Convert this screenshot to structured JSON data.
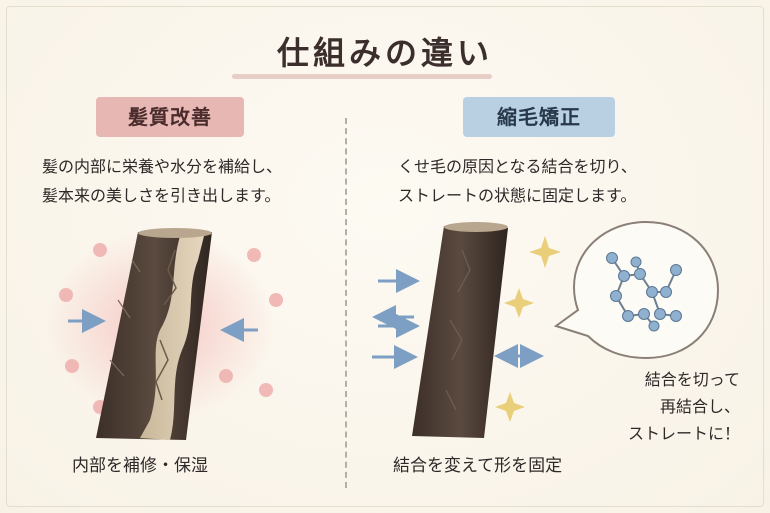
{
  "title": "仕組みの違い",
  "left": {
    "badge": "髪質改善",
    "desc_line1": "髪の内部に栄養や水分を補給し、",
    "desc_line2": "髪本来の美しさを引き出します。",
    "caption": "内部を補修・保湿",
    "badge_color": "#e6b7b3"
  },
  "right": {
    "badge": "縮毛矯正",
    "desc_line1": "くせ毛の原因となる結合を切り、",
    "desc_line2": "ストレートの状態に固定します。",
    "caption": "結合を変えて形を固定",
    "bubble_line1": "結合を切って",
    "bubble_line2": "再結合し、",
    "bubble_line3": "ストレートに！",
    "badge_color": "#b9d0e3"
  },
  "colors": {
    "arrow": "#7d9fc4",
    "sparkle": "#e9cf7a",
    "dots": "#f0b3b0",
    "molecule": "#8fb0cf"
  }
}
